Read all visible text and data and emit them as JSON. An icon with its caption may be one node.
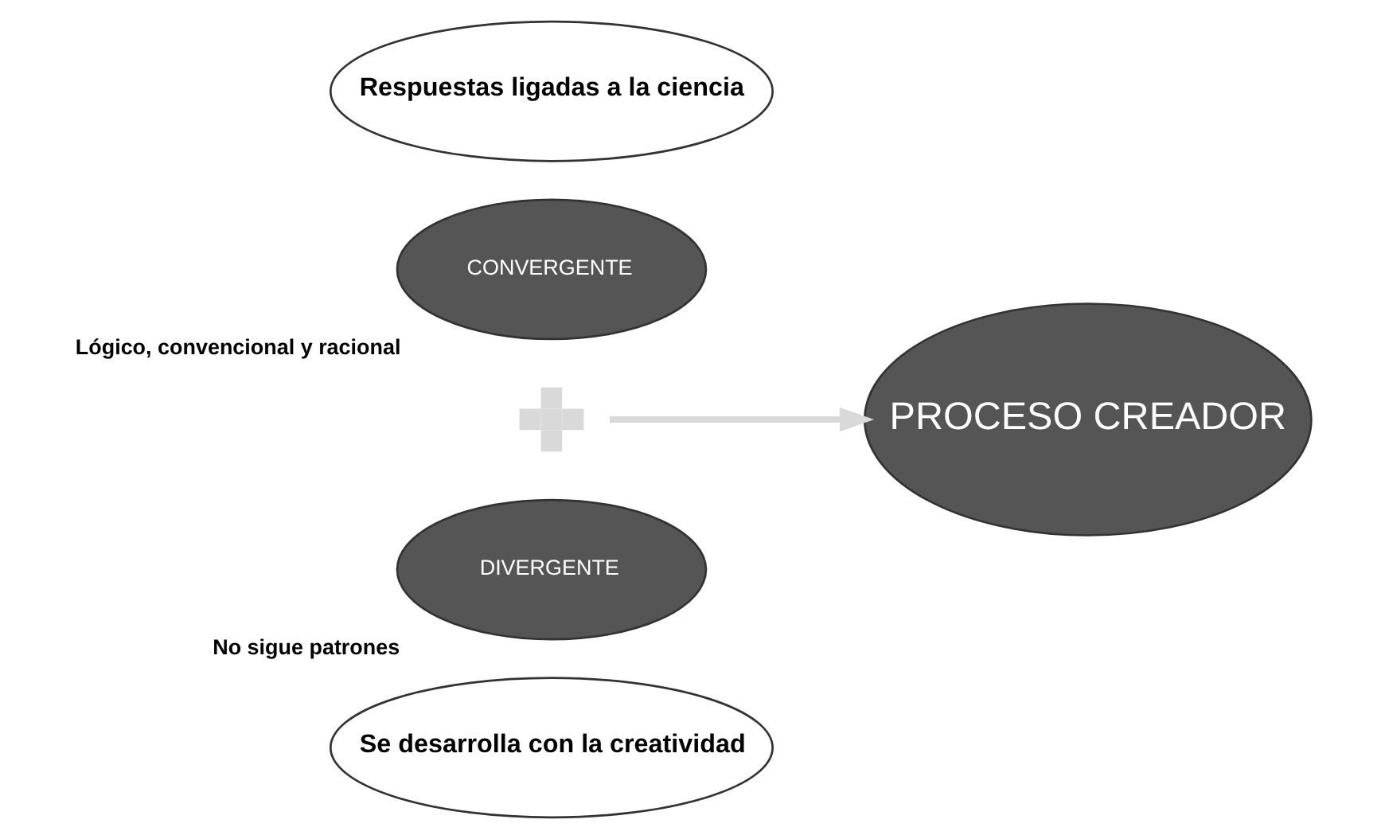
{
  "diagram": {
    "nodes": [
      {
        "text": [
          "Respuestas ligadas a la ciencia"
        ]
      },
      {
        "text": [
          "CONVERGENTE"
        ],
        "beside": [
          "Lógico, convencional y racional"
        ]
      },
      {
        "text": [],
        "shape": "plus"
      },
      {
        "text": [
          "PROCESO CREADOR"
        ]
      },
      {
        "text": [
          "DIVERGENTE"
        ],
        "beside": [
          "No sigue patrones"
        ]
      },
      {
        "text": [
          "Se desarrolla con la creatividad"
        ]
      }
    ],
    "edges": [
      {
        "from": 2,
        "to": 3,
        "arrow": "to",
        "color": "#d9d9d9"
      }
    ]
  }
}
